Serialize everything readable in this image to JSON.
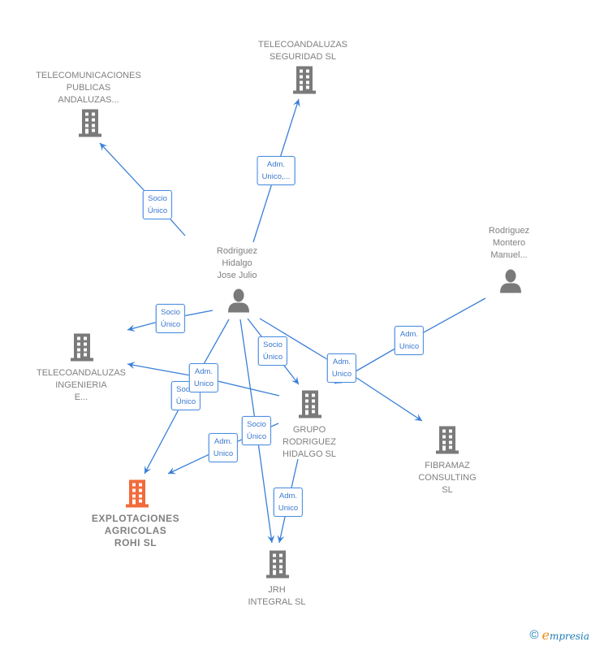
{
  "colors": {
    "edge": "#3a7fd8",
    "node_gray": "#7a7a7a",
    "node_highlight": "#f26b3a",
    "label_text": "#808080"
  },
  "nodes": {
    "jose_julio": {
      "label": "Rodriguez\nHidalgo\nJose Julio",
      "type": "person"
    },
    "manuel": {
      "label": "Rodriguez\nMontero\nManuel...",
      "type": "person"
    },
    "telecomunicaciones": {
      "label": "TELECOMUNICACIONES\nPUBLICAS\nANDALUZAS...",
      "type": "company"
    },
    "seguridad": {
      "label": "TELECOANDALUZAS\nSEGURIDAD SL",
      "type": "company"
    },
    "ingenieria": {
      "label": "TELECOANDALUZAS\nINGENIERIA\nE...",
      "type": "company"
    },
    "grupo": {
      "label": "GRUPO\nRODRIGUEZ\nHIDALGO  SL",
      "type": "company"
    },
    "fibramaz": {
      "label": "FIBRAMAZ\nCONSULTING\nSL",
      "type": "company"
    },
    "explotaciones": {
      "label": "EXPLOTACIONES\nAGRICOLAS\nROHI  SL",
      "type": "company-highlight"
    },
    "jrh": {
      "label": "JRH\nINTEGRAL  SL",
      "type": "company"
    }
  },
  "edges": [
    {
      "from": "jose_julio",
      "to": "telecomunicaciones",
      "label": "Socio\nÚnico"
    },
    {
      "from": "jose_julio",
      "to": "seguridad",
      "label": "Adm.\nUnico,..."
    },
    {
      "from": "jose_julio",
      "to": "ingenieria",
      "label": "Socio\nÚnico"
    },
    {
      "from": "grupo",
      "to": "ingenieria",
      "label": "Adm.\nUnico"
    },
    {
      "from": "jose_julio",
      "to": "explotaciones",
      "label": "Socio\nÚnico"
    },
    {
      "from": "grupo",
      "to": "explotaciones",
      "label": "Adm.\nUnico"
    },
    {
      "from": "jose_julio",
      "to": "grupo",
      "label": "Socio\nÚnico"
    },
    {
      "from": "manuel",
      "to": "grupo",
      "label": "Adm.\nUnico"
    },
    {
      "from": "jose_julio",
      "to": "fibramaz",
      "label": "Adm.\nUnico"
    },
    {
      "from": "jose_julio",
      "to": "jrh",
      "label": "Socio\nÚnico"
    },
    {
      "from": "grupo",
      "to": "jrh",
      "label": "Adm.\nUnico"
    }
  ],
  "footer": {
    "copyright_symbol": "©",
    "brand_initial": "e",
    "brand_rest": "mpresia"
  }
}
